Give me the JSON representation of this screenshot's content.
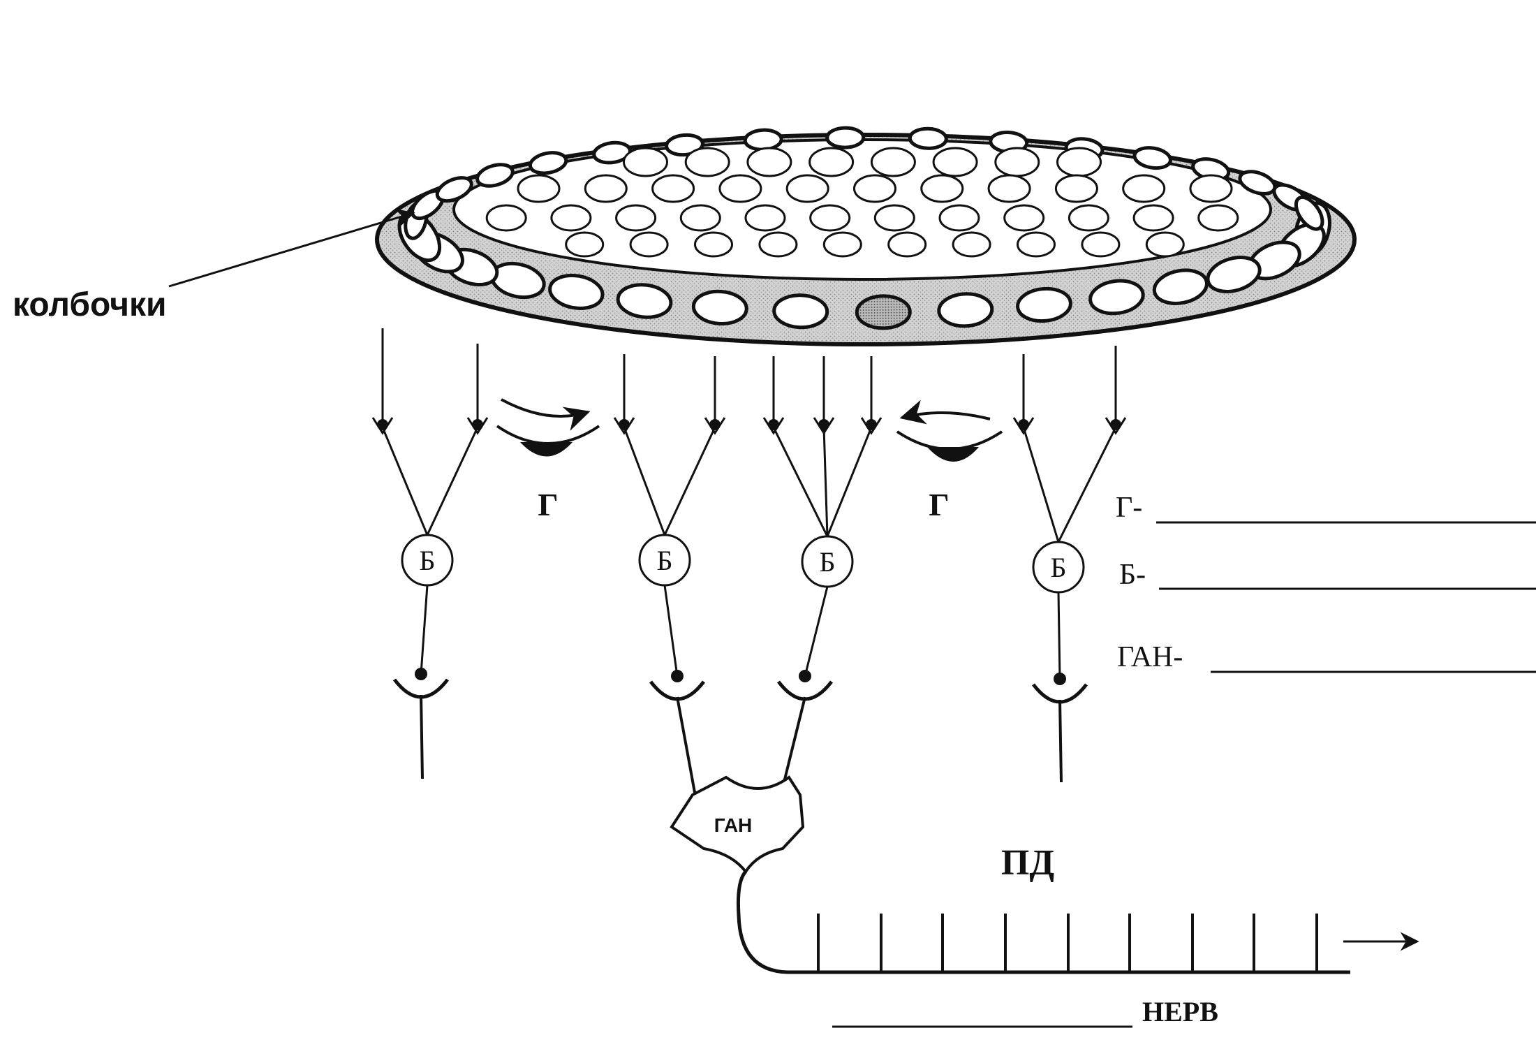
{
  "labels": {
    "cones": "колбочки",
    "horizontal_left": "Г",
    "horizontal_right": "Г",
    "bipolar": "Б",
    "ganglion": "ГАН",
    "action_potential": "ПД",
    "nerve": "НЕРВ"
  },
  "legend": {
    "horizontal": "Г-",
    "bipolar": "Б-",
    "ganglion": "ГАН-"
  },
  "colors": {
    "ink": "#111111",
    "ring_fill": "#cfcfcf",
    "paper": "#ffffff"
  }
}
